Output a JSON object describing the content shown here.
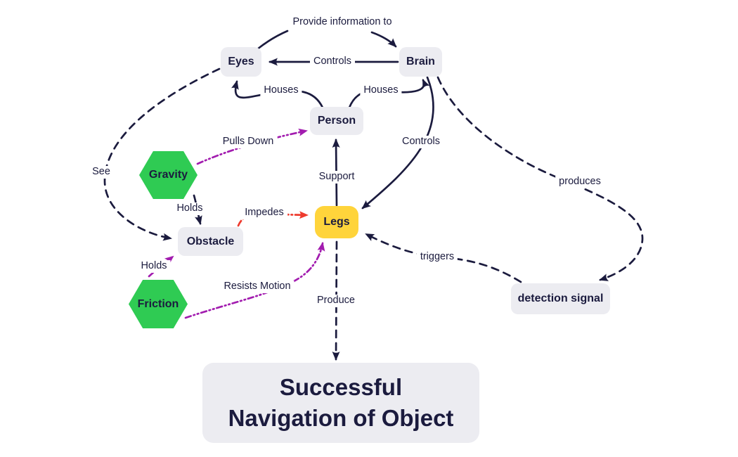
{
  "diagram": {
    "nodes": {
      "eyes": "Eyes",
      "brain": "Brain",
      "person": "Person",
      "gravity": "Gravity",
      "obstacle": "Obstacle",
      "legs": "Legs",
      "friction": "Friction",
      "detection_signal": "detection signal",
      "goal_line1": "Successful",
      "goal_line2": "Navigation of Object"
    },
    "edge_labels": {
      "provide_information_to": "Provide information to",
      "controls_brain_to_eyes": "Controls",
      "houses_eyes": "Houses",
      "houses_brain": "Houses",
      "pulls_down": "Pulls Down",
      "see": "See",
      "support": "Support",
      "controls_brain_to_legs": "Controls",
      "produces": "produces",
      "holds_gravity": "Holds",
      "impedes": "Impedes",
      "triggers": "triggers",
      "holds_friction": "Holds",
      "resists_motion": "Resists Motion",
      "produce": "Produce"
    },
    "colors": {
      "navy": "#1b1b3e",
      "purple": "#a21caf",
      "red": "#ee3b2e",
      "green": "#2fcb53",
      "yellow": "#ffd43b",
      "gray-node": "#ececf1"
    }
  }
}
